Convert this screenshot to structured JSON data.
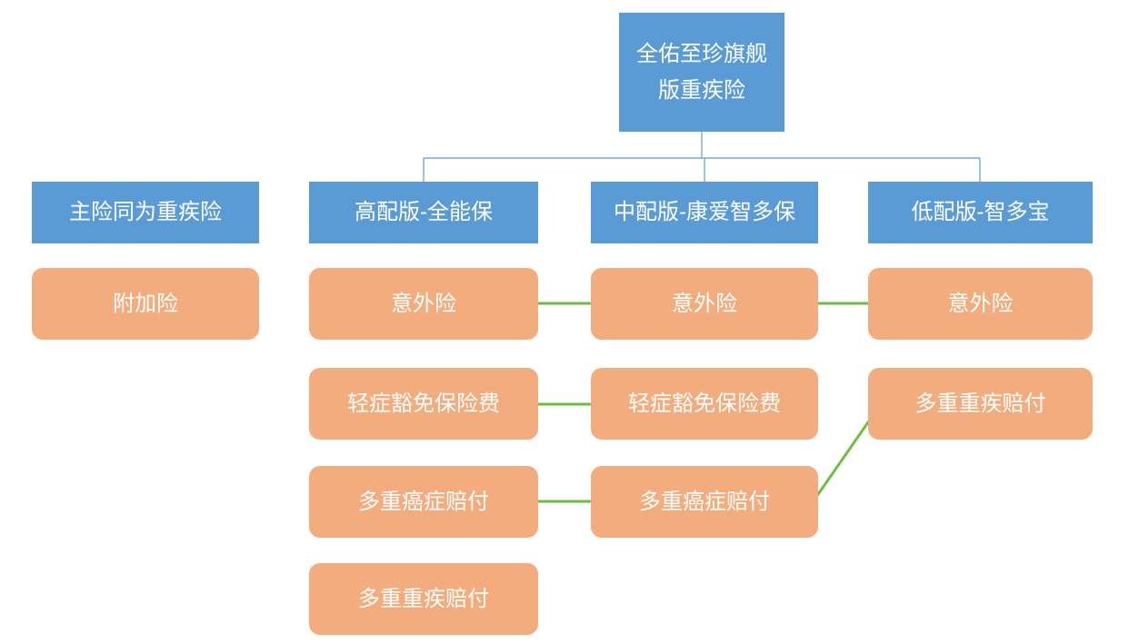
{
  "colors": {
    "header_fill": "#5B9BD5",
    "item_fill": "#F2AC7D",
    "link_color": "#6FBE44",
    "tree_line_color": "#5B9BD5",
    "text_color": "#FFFFFF"
  },
  "root": {
    "label": "全佑至珍旗舰\n版重疾险"
  },
  "left_branch": {
    "header": "主险同为重疾险",
    "items": [
      "附加险"
    ]
  },
  "columns": [
    {
      "header": "高配版-全能保",
      "items": [
        "意外险",
        "轻症豁免保险费",
        "多重癌症赔付",
        "多重重疾赔付"
      ]
    },
    {
      "header": "中配版-康爱智多保",
      "items": [
        "意外险",
        "轻症豁免保险费",
        "多重癌症赔付"
      ]
    },
    {
      "header": "低配版-智多宝",
      "items": [
        "意外险",
        "多重重疾赔付"
      ]
    }
  ]
}
